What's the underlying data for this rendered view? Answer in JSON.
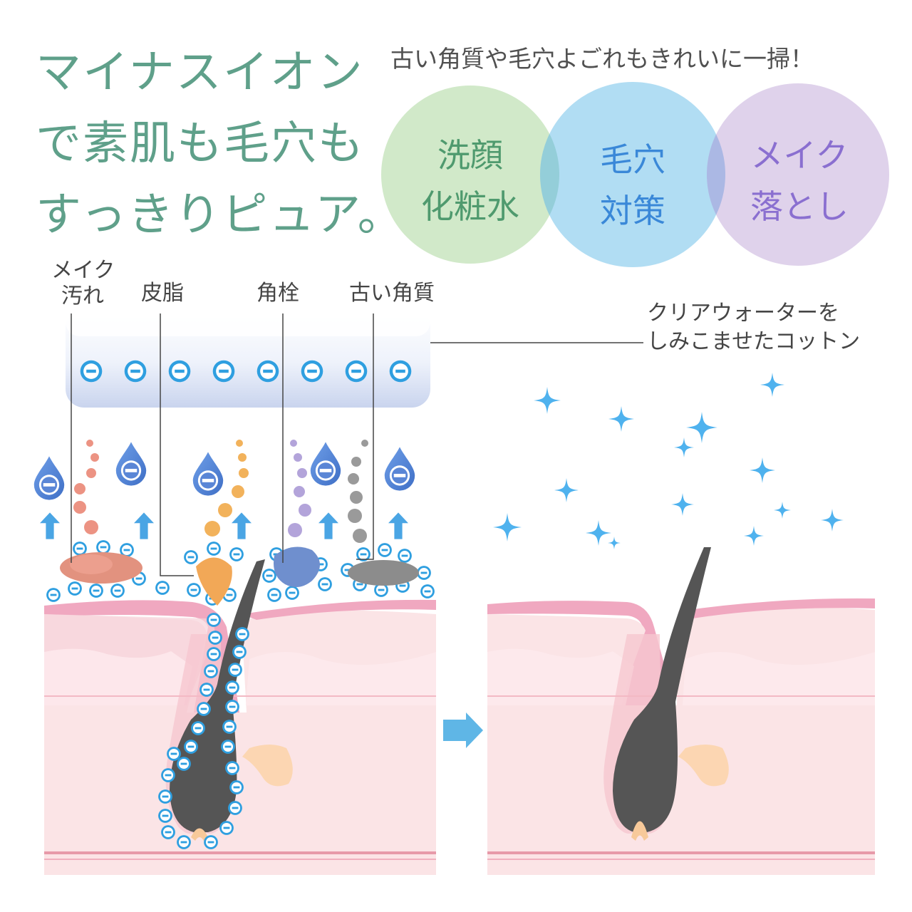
{
  "headline": {
    "line1": "マイナスイオン",
    "line2": "で素肌も毛穴も",
    "line3": "すっきりピュア。"
  },
  "tagline": "古い角質や毛穴よごれもきれいに一掃！",
  "circles": [
    {
      "line1": "洗顔",
      "line2": "化粧水",
      "fill": "#cfe8c6",
      "text_color": "#4f9a6e"
    },
    {
      "line1": "毛穴",
      "line2": "対策",
      "fill": "#a9d9f2",
      "text_color": "#3a88d8"
    },
    {
      "line1": "メイク",
      "line2": "落とし",
      "fill": "#ddd0ea",
      "text_color": "#8a6fd0"
    }
  ],
  "labels": {
    "makeup_line1": "メイク",
    "makeup_line2": "汚れ",
    "sebum": "皮脂",
    "plug": "角栓",
    "old_keratin": "古い角質",
    "cotton_line1": "クリアウォーターを",
    "cotton_line2": "しみこませたコットン"
  },
  "icons": {
    "minus_ion": "circle-minus-icon",
    "water_drop": "water-drop-icon",
    "up_arrow": "arrow-up-icon",
    "sparkle": "sparkle-icon",
    "next_arrow": "arrow-right-icon"
  },
  "colors": {
    "headline": "#5fa08a",
    "ion_blue": "#2f9fe0",
    "skin_pink": "#f6cfd6",
    "skin_surface": "#f0a8c0",
    "hair": "#555555",
    "sparkle": "#4fb2ee"
  }
}
